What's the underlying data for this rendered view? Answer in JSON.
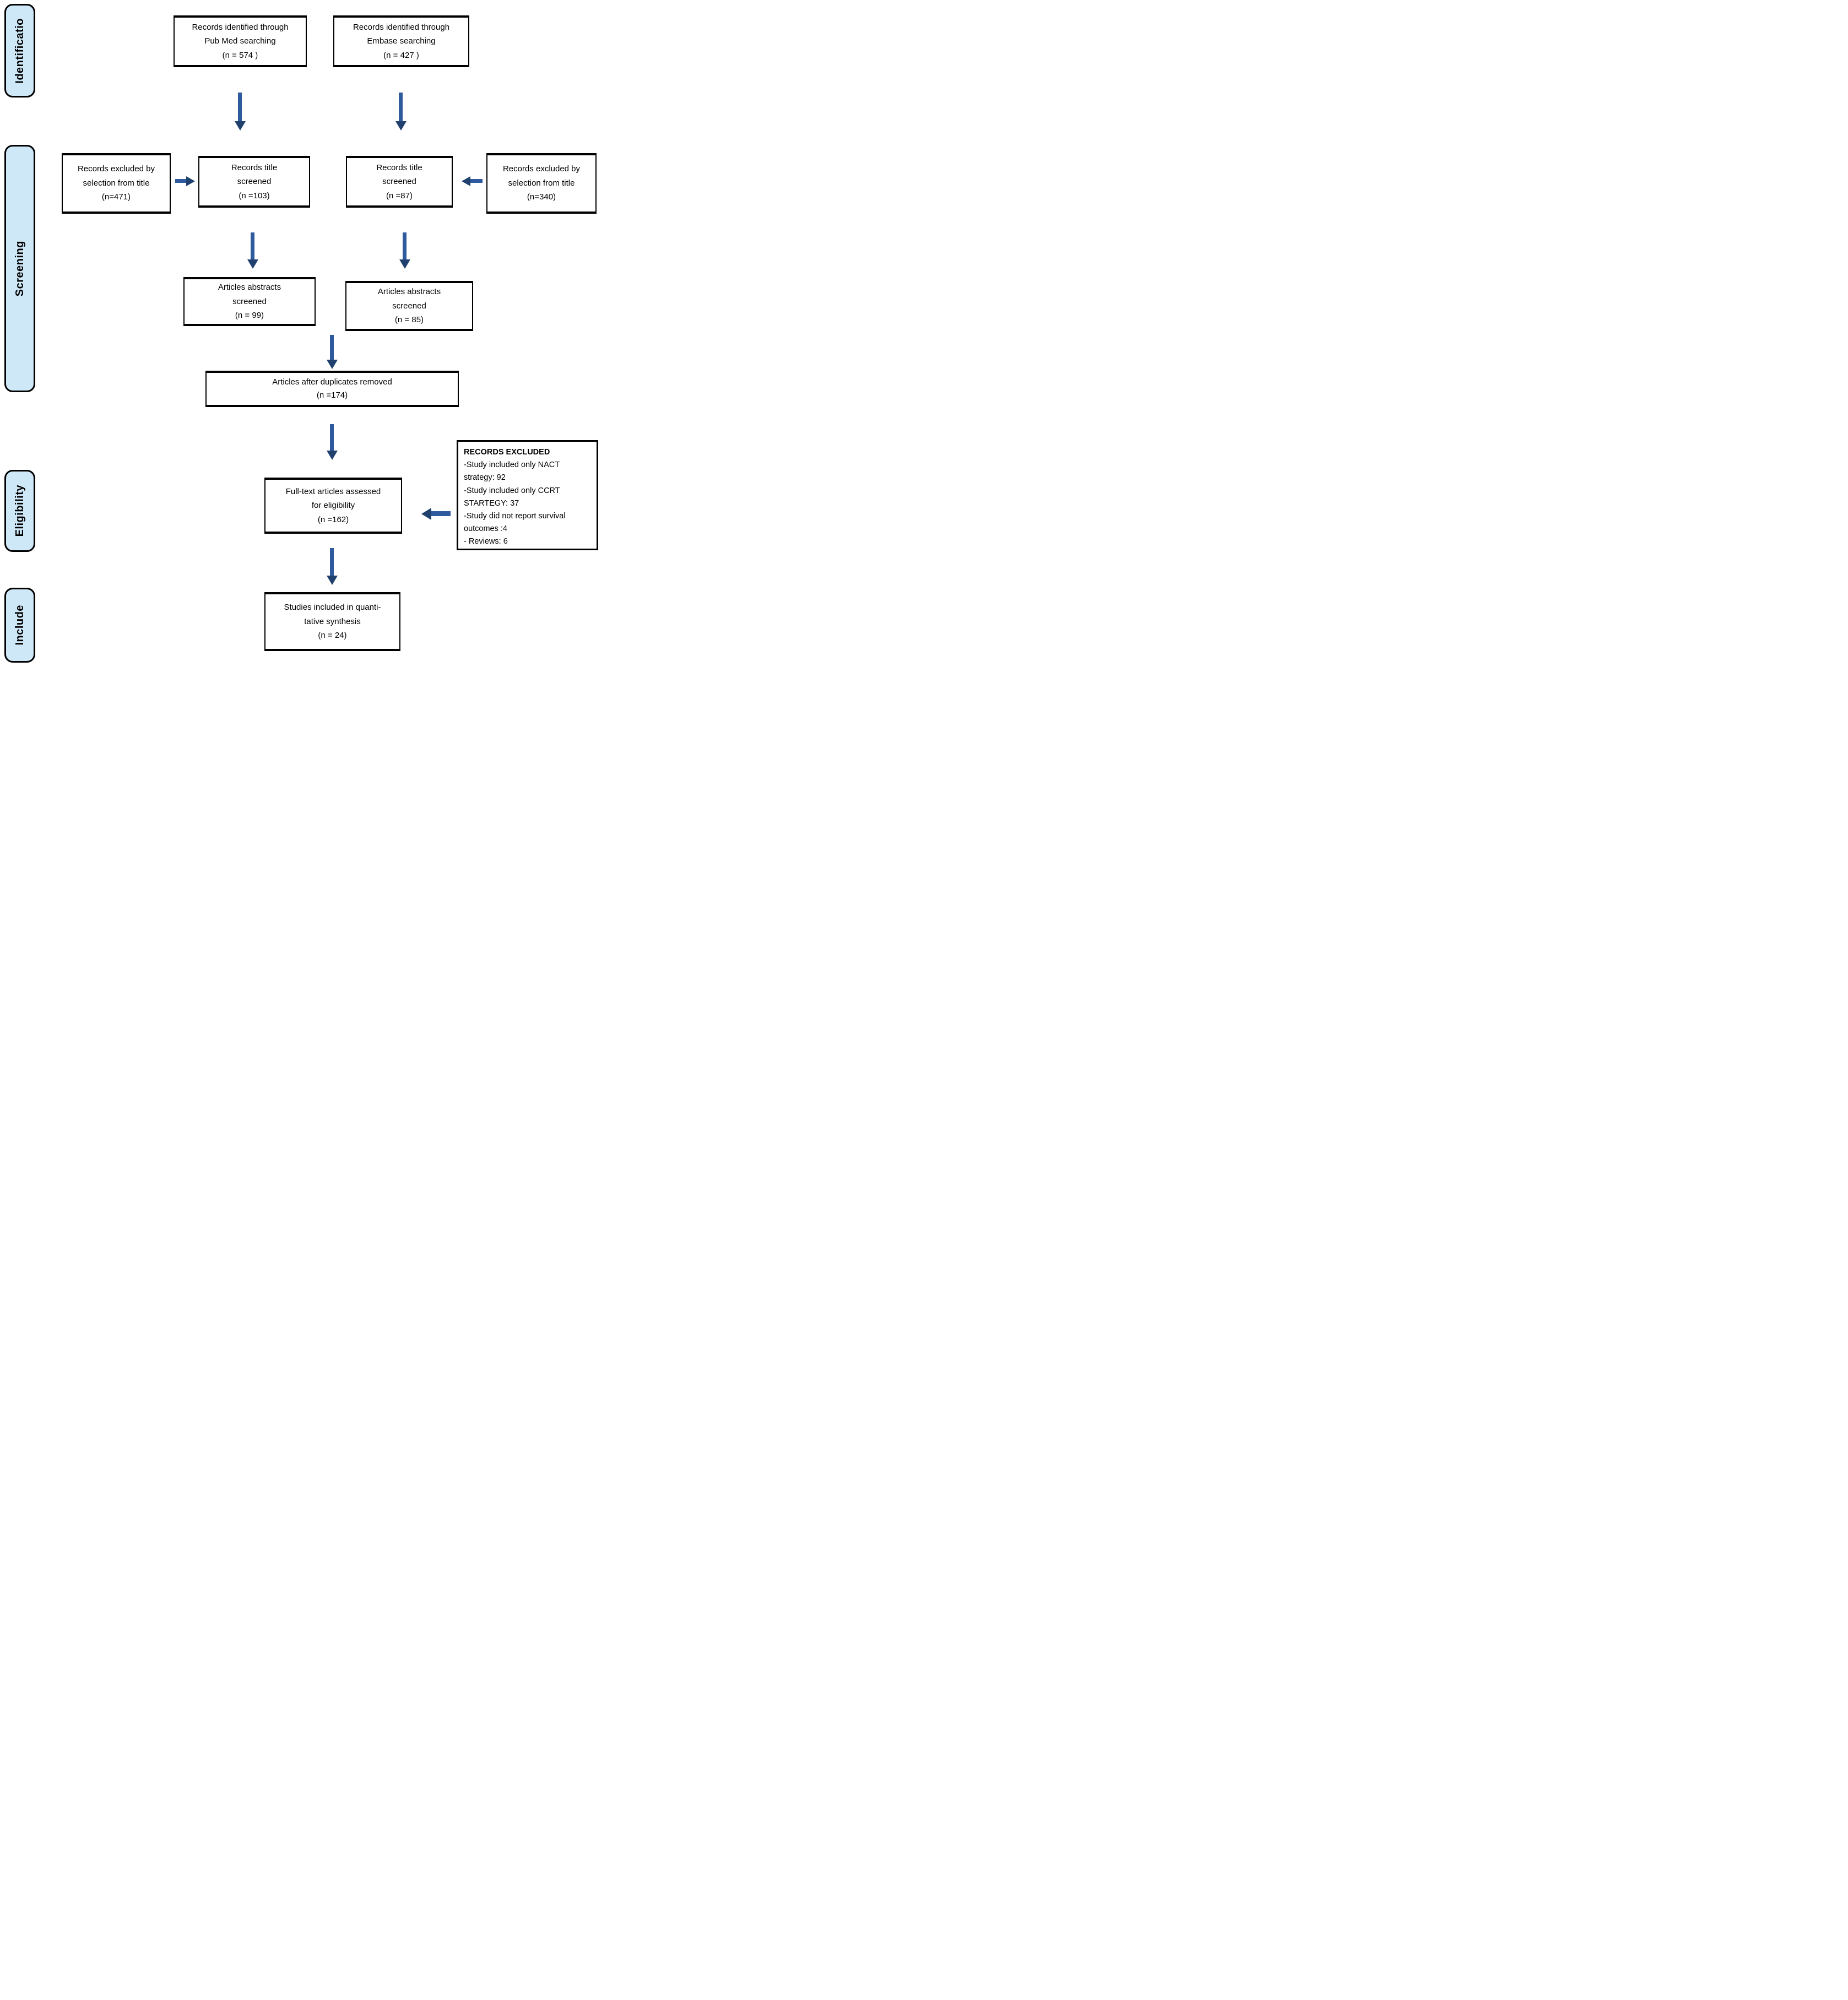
{
  "colors": {
    "arrow_body": "#2f5b9e",
    "arrow_head": "#20406e",
    "stage_label_fill": "#cfe8f8"
  },
  "stage_labels": {
    "identification": "Identificatio",
    "screening": "Screening",
    "eligibility": "Eligibility",
    "include": "Include"
  },
  "boxes": {
    "pubmed_identified": "Records identified through\nPub Med searching\n(n = 574 )",
    "embase_identified": "Records identified through\nEmbase searching\n(n = 427 )",
    "excluded_title_left": "Records excluded by\nselection from title\n(n=471)",
    "title_screened_left": "Records title\nscreened\n(n =103)",
    "title_screened_right": "Records title\nscreened\n(n =87)",
    "excluded_title_right": "Records excluded by\nselection from title\n(n=340)",
    "abstracts_screened_left": "Articles abstracts\nscreened\n(n = 99)",
    "abstracts_screened_right": "Articles abstracts\nscreened\n(n = 85)",
    "duplicates_removed": "Articles after duplicates removed\n(n =174)",
    "fulltext_assessed": "Full-text articles assessed\nfor eligibility\n(n =162)",
    "records_excluded_title": "RECORDS EXCLUDED",
    "records_excluded_body": "-Study included only NACT\nstrategy: 92\n-Study included only CCRT\nSTARTEGY: 37\n-Study did not report survival\noutcomes :4\n- Reviews: 6",
    "studies_included": "Studies included in quanti-\ntative synthesis\n(n = 24)"
  }
}
